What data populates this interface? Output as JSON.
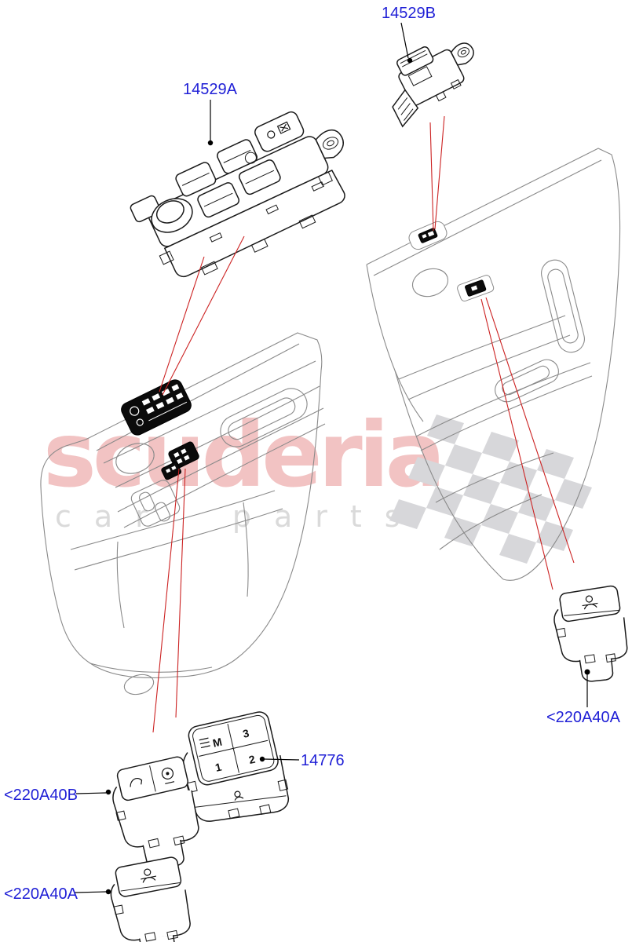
{
  "labels": {
    "l14529a": "14529A",
    "l14529b": "14529B",
    "l14776": "14776",
    "l220a40b": "<220A40B",
    "l220a40a_bottom": "<220A40A",
    "l220a40a_right": "<220A40A"
  },
  "watermark": {
    "brand": "scuderia",
    "tagline": "car parts"
  },
  "memory_buttons": [
    "M",
    "3",
    "1",
    "2"
  ],
  "colors": {
    "part_label_blue": "#1f1fd6",
    "leader_red": "#cc2222",
    "part_line": "#1a1a1a",
    "panel_line": "#8a8a8a",
    "watermark_brand_pink": "#f2c3c3",
    "watermark_tagline_gray": "#dadada",
    "checker_gray": "#d7d7da",
    "background": "#ffffff"
  }
}
